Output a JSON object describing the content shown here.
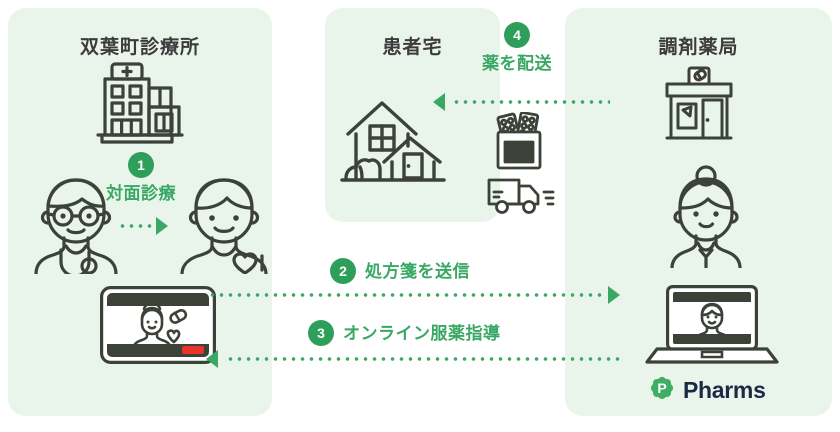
{
  "diagram": {
    "title_visible": false
  },
  "panels": [
    {
      "id": "clinic",
      "title": "双葉町診療所"
    },
    {
      "id": "home",
      "title": "患者宅"
    },
    {
      "id": "pharmacy",
      "title": "調剤薬局"
    }
  ],
  "steps": [
    {
      "number": "1",
      "label": "対面診療"
    },
    {
      "number": "2",
      "label": "処方箋を送信"
    },
    {
      "number": "3",
      "label": "オンライン服薬指導"
    },
    {
      "number": "4",
      "label": "薬を配送"
    }
  ],
  "brand": {
    "name": "Pharms",
    "mark_letter": "P"
  },
  "icons": {
    "hospital": "hospital-building-icon",
    "doctor": "doctor-icon",
    "patient": "patient-icon",
    "tablet": "tablet-video-call-icon",
    "house": "house-icon",
    "medicine_bag": "medicine-bag-icon",
    "truck": "delivery-truck-icon",
    "pharmacy_store": "pharmacy-storefront-icon",
    "pharmacist": "pharmacist-icon",
    "laptop": "laptop-video-call-icon"
  },
  "colors": {
    "panel_background": "#e9f5ea",
    "page_background": "#ffffff",
    "accent_green": "#3aa865",
    "badge_green": "#2e9e5b",
    "line_dark": "#3c4238",
    "title_text": "#3c3c3c",
    "brand_text": "#1b2a44",
    "screen_dark": "#3c3c3c",
    "record_red": "#e8342a"
  }
}
